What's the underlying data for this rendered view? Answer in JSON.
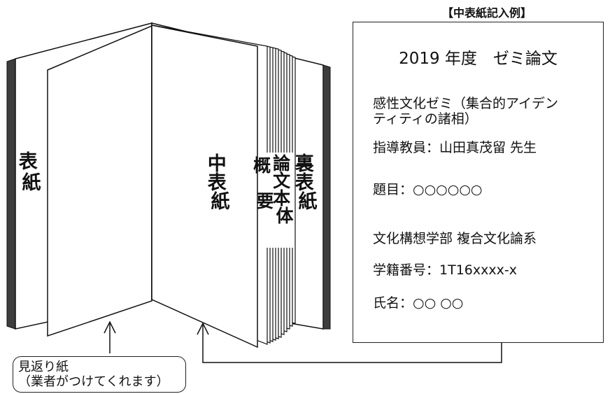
{
  "book": {
    "front_cover_label": "表\n紙",
    "inner_cover_label": "中\n表\n紙",
    "abstract_label": "概\n要",
    "body_label": "論\n文\n本\n体",
    "back_cover_label": "裏\n表\n紙"
  },
  "endpaper_callout": {
    "line1": "見返り紙",
    "line2": "（業者がつけてくれます）"
  },
  "sample_card": {
    "heading": "【中表紙記入例】",
    "title": "2019 年度　ゼミ論文",
    "seminar_line1": "感性文化ゼミ（集合的アイデン",
    "seminar_line2": "ティティの諸相）",
    "advisor": "指導教員：山田真茂留 先生",
    "subject": "題目：○○○○○○",
    "department": "文化構想学部 複合文化論系",
    "student_id": "学籍番号：1T16xxxx-x",
    "name": "氏名：○○ ○○"
  }
}
